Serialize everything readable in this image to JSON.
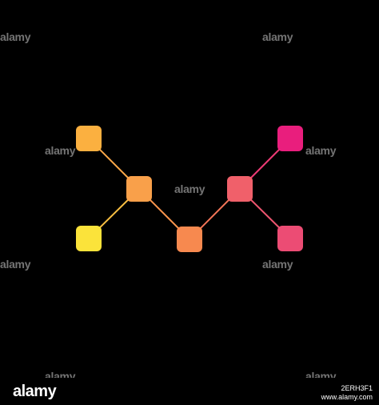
{
  "watermark": {
    "text": "alamy"
  },
  "footer": {
    "logo": "alamy",
    "image_id": "2ERH3F1",
    "site": "www.alamy.com"
  },
  "graphic": {
    "nodes": [
      {
        "id": "n1",
        "color": "#fbb040"
      },
      {
        "id": "n2",
        "color": "#f9a04a"
      },
      {
        "id": "n3",
        "color": "#fbe33a"
      },
      {
        "id": "n4",
        "color": "#f7894f"
      },
      {
        "id": "n5",
        "color": "#f0606a"
      },
      {
        "id": "n6",
        "color": "#e91e7d"
      },
      {
        "id": "n7",
        "color": "#ec4c74"
      }
    ]
  }
}
